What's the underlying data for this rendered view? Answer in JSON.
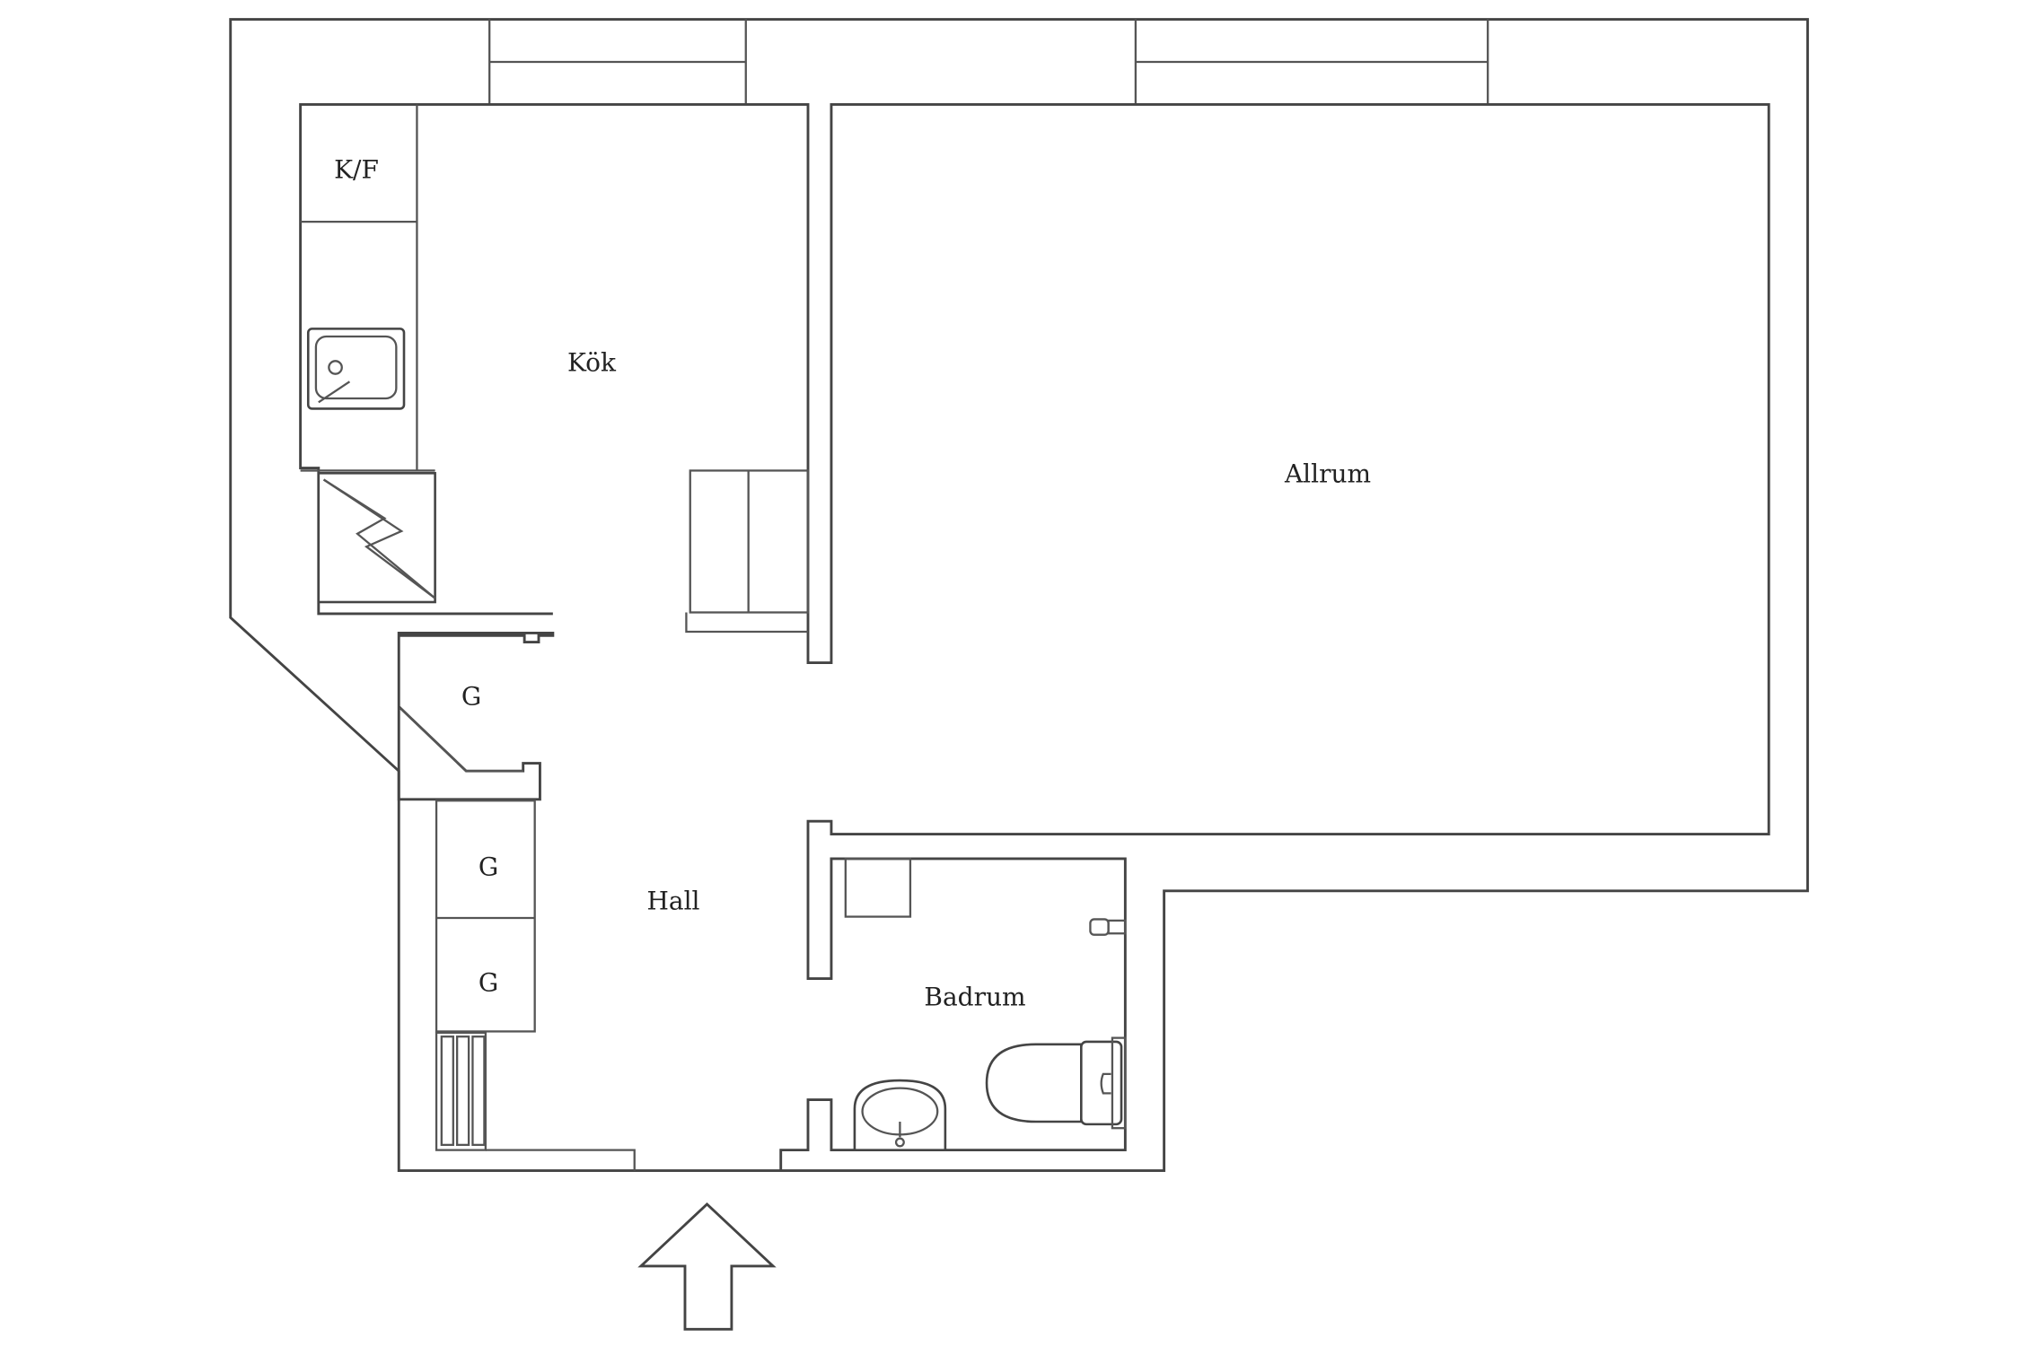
{
  "rooms": {
    "kitchen": "Kök",
    "living": "Allrum",
    "hall": "Hall",
    "bathroom": "Badrum"
  },
  "fixtures": {
    "fridge_freezer": "K/F",
    "wardrobe_1": "G",
    "wardrobe_2": "G",
    "wardrobe_3": "G"
  },
  "icons": [
    "sink-icon",
    "stove-icon",
    "washbasin-icon",
    "toilet-icon",
    "radiator-icon",
    "entrance-arrow-icon"
  ]
}
